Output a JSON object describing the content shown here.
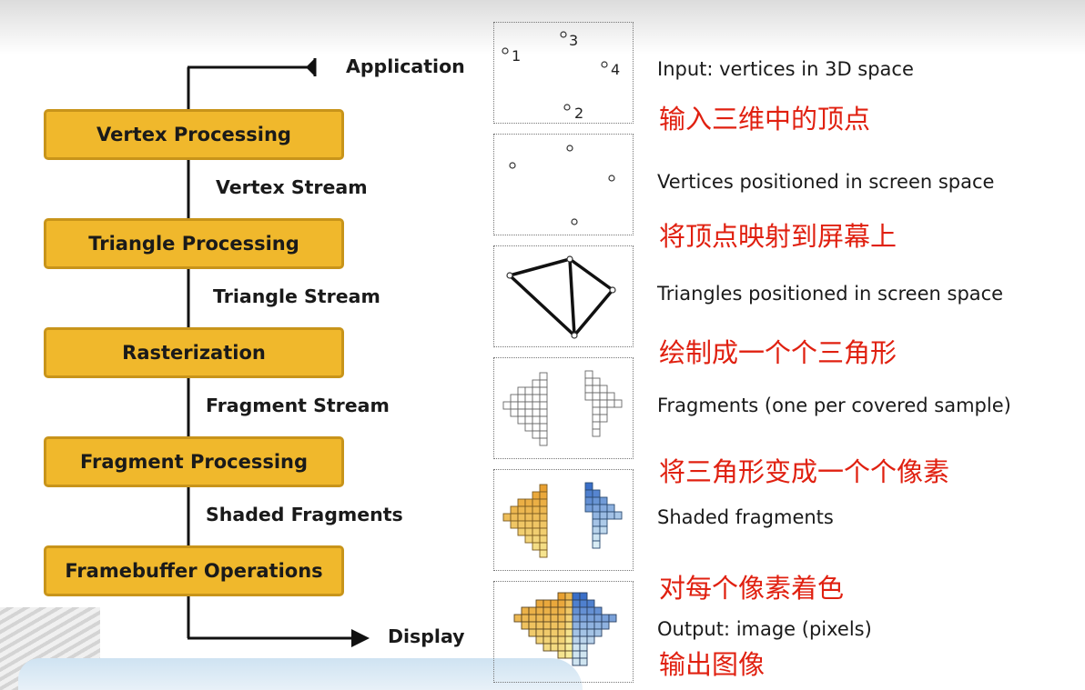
{
  "pipeline": {
    "application": "Application",
    "display": "Display",
    "stages": [
      {
        "label": "Vertex Processing"
      },
      {
        "label": "Triangle Processing"
      },
      {
        "label": "Rasterization"
      },
      {
        "label": "Fragment Processing"
      },
      {
        "label": "Framebuffer Operations"
      }
    ],
    "streams": [
      {
        "label": "Vertex Stream"
      },
      {
        "label": "Triangle Stream"
      },
      {
        "label": "Fragment Stream"
      },
      {
        "label": "Shaded Fragments"
      }
    ]
  },
  "steps": [
    {
      "desc": "Input: vertices in 3D space",
      "note": "输入三维中的顶点"
    },
    {
      "desc": "Vertices positioned in screen space",
      "note": "将顶点映射到屏幕上"
    },
    {
      "desc": "Triangles positioned in screen space",
      "note": "绘制成一个个三角形"
    },
    {
      "desc": "Fragments (one per covered sample)",
      "note": "将三角形变成一个个像素"
    },
    {
      "desc": "Shaded fragments",
      "note": "对每个像素着色"
    },
    {
      "desc": "Output: image (pixels)",
      "note": "输出图像"
    }
  ],
  "vertex_labels": [
    "1",
    "2",
    "3",
    "4"
  ],
  "colors": {
    "stage_fill": "#f0b82c",
    "note_red": "#e02010",
    "orange_pixels": "#e8a030",
    "blue_pixels": "#3a6fc8",
    "pale_yellow": "#f7ec9a"
  }
}
